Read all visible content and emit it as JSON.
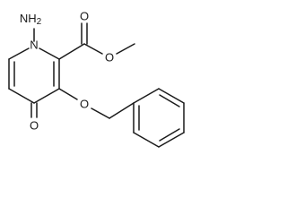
{
  "molecule": {
    "labels": {
      "amino_n": "NH",
      "amino_h_sub": "2",
      "ring_n": "N",
      "ester_o_carbonyl": "O",
      "ester_o_ether": "O",
      "keto_o": "O",
      "ether_o": "O"
    },
    "colors": {
      "bond": "#1a1a1a",
      "label": "#1a1a1a",
      "background": "#ffffff"
    }
  }
}
